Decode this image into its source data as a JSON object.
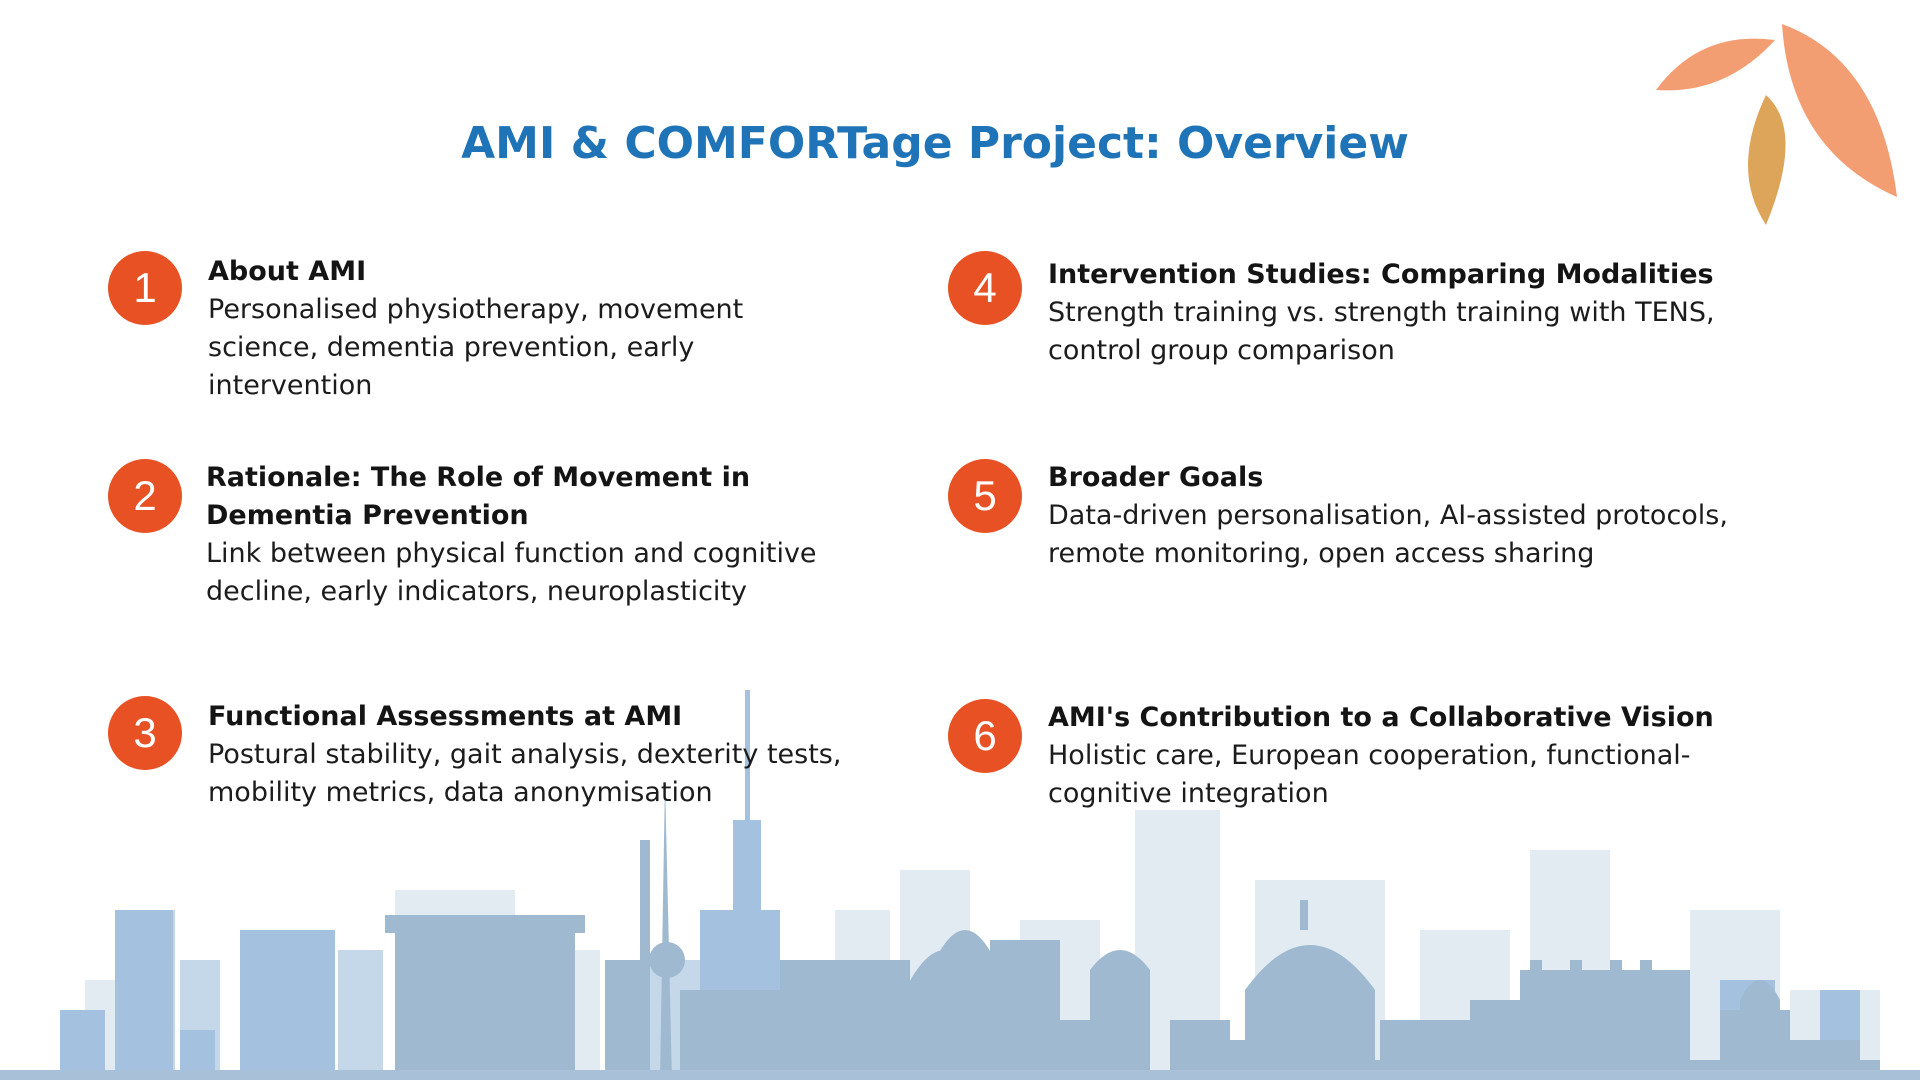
{
  "slide": {
    "title": "AMI & COMFORTage Project: Overview",
    "accent_color": "#e85124",
    "title_color": "#1f73b7",
    "items": [
      {
        "number": "1",
        "title": "About AMI",
        "description": "Personalised physiotherapy, movement science, dementia prevention, early intervention"
      },
      {
        "number": "2",
        "title": "Rationale: The Role of Movement in Dementia Prevention",
        "description": "Link between physical function and cognitive decline, early indicators, neuroplasticity"
      },
      {
        "number": "3",
        "title": "Functional Assessments at AMI",
        "description": "Postural stability, gait analysis, dexterity tests, mobility metrics, data anonymisation"
      },
      {
        "number": "4",
        "title": "Intervention Studies: Comparing Modalities",
        "description": "Strength training vs. strength training with TENS, control group comparison"
      },
      {
        "number": "5",
        "title": "Broader Goals",
        "description": "Data-driven personalisation, AI-assisted protocols, remote monitoring, open access sharing"
      },
      {
        "number": "6",
        "title": "AMI's Contribution to a Collaborative Vision",
        "description": "Holistic care, European cooperation, functional-cognitive integration"
      }
    ]
  }
}
